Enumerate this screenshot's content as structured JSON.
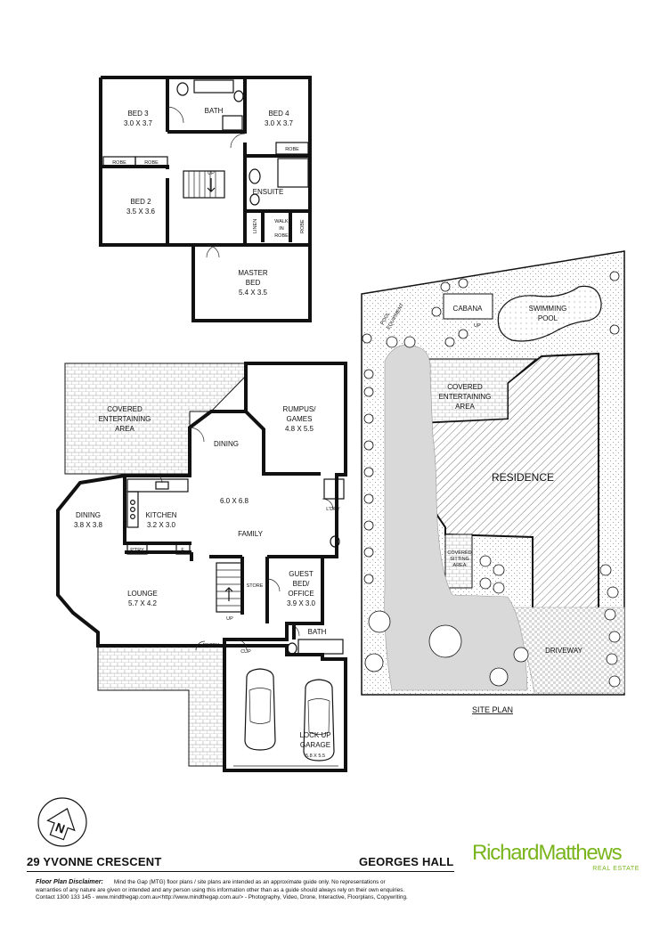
{
  "address": "29 YVONNE CRESCENT",
  "suburb": "GEORGES HALL",
  "brand": {
    "part1": "Richard",
    "part2": "Matthews",
    "tagline": "REAL ESTATE",
    "color": "#7ab51d"
  },
  "compass": {
    "letter": "N",
    "icon": "north-arrow-icon"
  },
  "disclaimer": {
    "heading": "Floor Plan Disclaimer:",
    "line1": "Mind the Gap (MTG) floor plans / site plans are intended as an approximate guide only. No representations or",
    "line2": "warranties of any nature are given or intended and any person using this information other than as a guide should always rely on their own enquiries.",
    "line3": "Contact 1300 133 145 - www.mindthegap.com.au<http://www.mindthegap.com.au/> - Photography, Video, Drone, Interactive, Floorplans, Copywriting."
  },
  "upper_floor": {
    "bed3": {
      "name": "BED 3",
      "size": "3.0 X 3.7"
    },
    "bath": "BATH",
    "bed4": {
      "name": "BED 4",
      "size": "3.0 X 3.7"
    },
    "robe_a": "ROBE",
    "robe_b": "ROBE",
    "robe_c": "ROBE",
    "up": "UP",
    "ensuite": "ENSUITE",
    "bed2": {
      "name": "BED 2",
      "size": "3.5 X 3.6"
    },
    "linen": "LINEN",
    "walk_in_robe": {
      "l1": "WALK",
      "l2": "IN",
      "l3": "ROBE"
    },
    "robe_d": "ROBE",
    "master": {
      "l1": "MASTER",
      "l2": "BED",
      "size": "5.4 X 3.5"
    }
  },
  "ground_floor": {
    "covered_ent": {
      "l1": "COVERED",
      "l2": "ENTERTAINING",
      "l3": "AREA"
    },
    "dining_upper": "DINING",
    "rumpus": {
      "l1": "RUMPUS/",
      "l2": "GAMES",
      "size": "4.8 X 5.5"
    },
    "family": {
      "size": "6.0 X 6.8",
      "name": "FAMILY"
    },
    "dining": {
      "name": "DINING",
      "size": "3.8 X 3.8"
    },
    "kitchen": {
      "name": "KITCHEN",
      "size": "3.2 X 3.0"
    },
    "ldry": "L'DRY",
    "ptry": "P'TRY",
    "fridge": "F",
    "store": "STORE",
    "guest": {
      "l1": "GUEST",
      "l2": "BED/",
      "l3": "OFFICE",
      "size": "3.9 X 3.0"
    },
    "lounge": {
      "name": "LOUNGE",
      "size": "5.7 X 4.2"
    },
    "up": "UP",
    "entry": "ENTRY",
    "cup": "CUP",
    "bath": "BATH",
    "garage": {
      "l1": "LOCK UP",
      "l2": "GARAGE",
      "size": "5.8 X 5.5"
    }
  },
  "site_plan": {
    "title": "SITE PLAN",
    "cabana": "CABANA",
    "pool": {
      "l1": "SWIMMING",
      "l2": "POOL"
    },
    "pool_equip": {
      "l1": "POOL",
      "l2": "EQUIPMENT"
    },
    "up": "UP",
    "covered_ent": {
      "l1": "COVERED",
      "l2": "ENTERTAINING",
      "l3": "AREA"
    },
    "residence": "RESIDENCE",
    "covered_sit": {
      "l1": "COVERED",
      "l2": "SITTING",
      "l3": "AREA"
    },
    "driveway": "DRIVEWAY"
  }
}
